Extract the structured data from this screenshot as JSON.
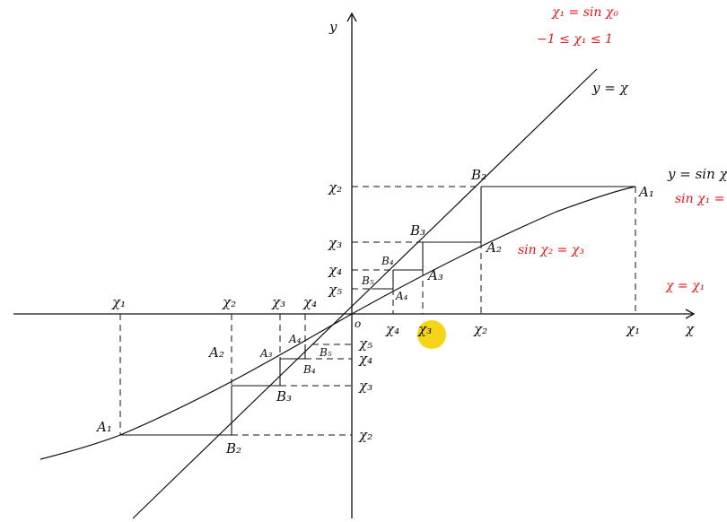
{
  "axes": {
    "x": "χ",
    "y": "y",
    "origin": "o"
  },
  "curves": {
    "line": "y = χ",
    "sine": "y = sin χ"
  },
  "notes": {
    "n1": "χ₁ = sin χ₀",
    "n2": "−1 ≤ χ₁ ≤ 1",
    "n3": "sin χ₁ =",
    "n4": "sin χ₂ = χ₃",
    "n5": "χ = χ₁"
  },
  "x_ticks": {
    "pos": [
      "χ₄",
      "χ₃",
      "χ₂",
      "χ₁"
    ],
    "neg": [
      "χ₁",
      "χ₂",
      "χ₃",
      "χ₄"
    ]
  },
  "y_ticks": {
    "pos": [
      "χ₂",
      "χ₃",
      "χ₄",
      "χ₅"
    ],
    "neg": [
      "χ₅",
      "χ₄",
      "χ₃",
      "χ₂"
    ]
  },
  "points": {
    "A1": "A₁",
    "A2": "A₂",
    "A3": "A₃",
    "A4": "A₄",
    "B2": "B₂",
    "B3": "B₃",
    "B4": "B₄",
    "B5": "B₅",
    "nA1": "A₁",
    "nA2": "A₂",
    "nA3": "A₃",
    "nA4": "A₄",
    "nB2": "B₂",
    "nB3": "B₃",
    "nB4": "B₄",
    "nB5": "B₅"
  },
  "cursor_color": "#f5d000"
}
